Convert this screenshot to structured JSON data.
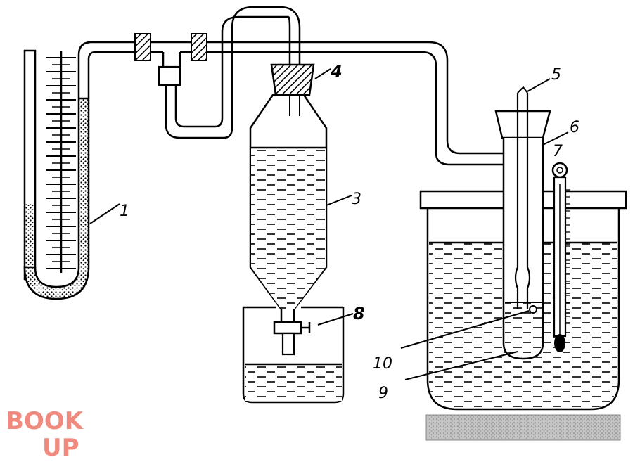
{
  "figure": {
    "labels": {
      "manometer": "1",
      "aspirator_bottle": "3",
      "stopper": "4",
      "tube": "5",
      "flask_neck": "6",
      "thermometer": "7",
      "beaker_tap": "8",
      "inner_tube": "9",
      "bulb": "10"
    },
    "logo": {
      "line1": "BOOK",
      "line2": "UP"
    },
    "colors": {
      "ink": "#000000",
      "logo": "#f08a7e",
      "stand": "#b9b9b9"
    }
  }
}
